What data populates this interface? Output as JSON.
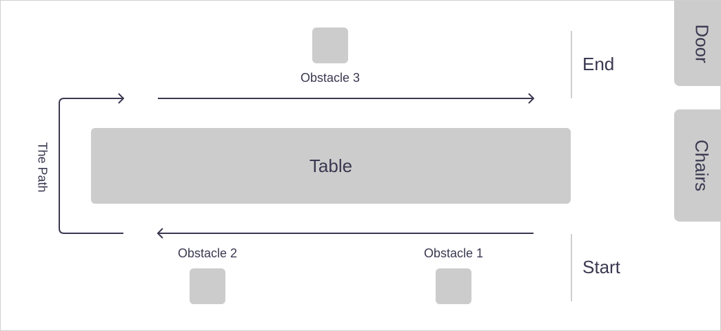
{
  "table_label": "Table",
  "obstacles": {
    "obstacle_1": "Obstacle 1",
    "obstacle_2": "Obstacle 2",
    "obstacle_3": "Obstacle 3"
  },
  "markers": {
    "start": "Start",
    "end": "End"
  },
  "tabs": {
    "door": "Door",
    "chairs": "Chairs"
  },
  "path_label": "The Path",
  "colors": {
    "shape_fill": "#cccccc",
    "text": "#3a3850",
    "line": "#3a3850",
    "divider": "#cfcfcf",
    "frame": "#cfcfcf"
  }
}
